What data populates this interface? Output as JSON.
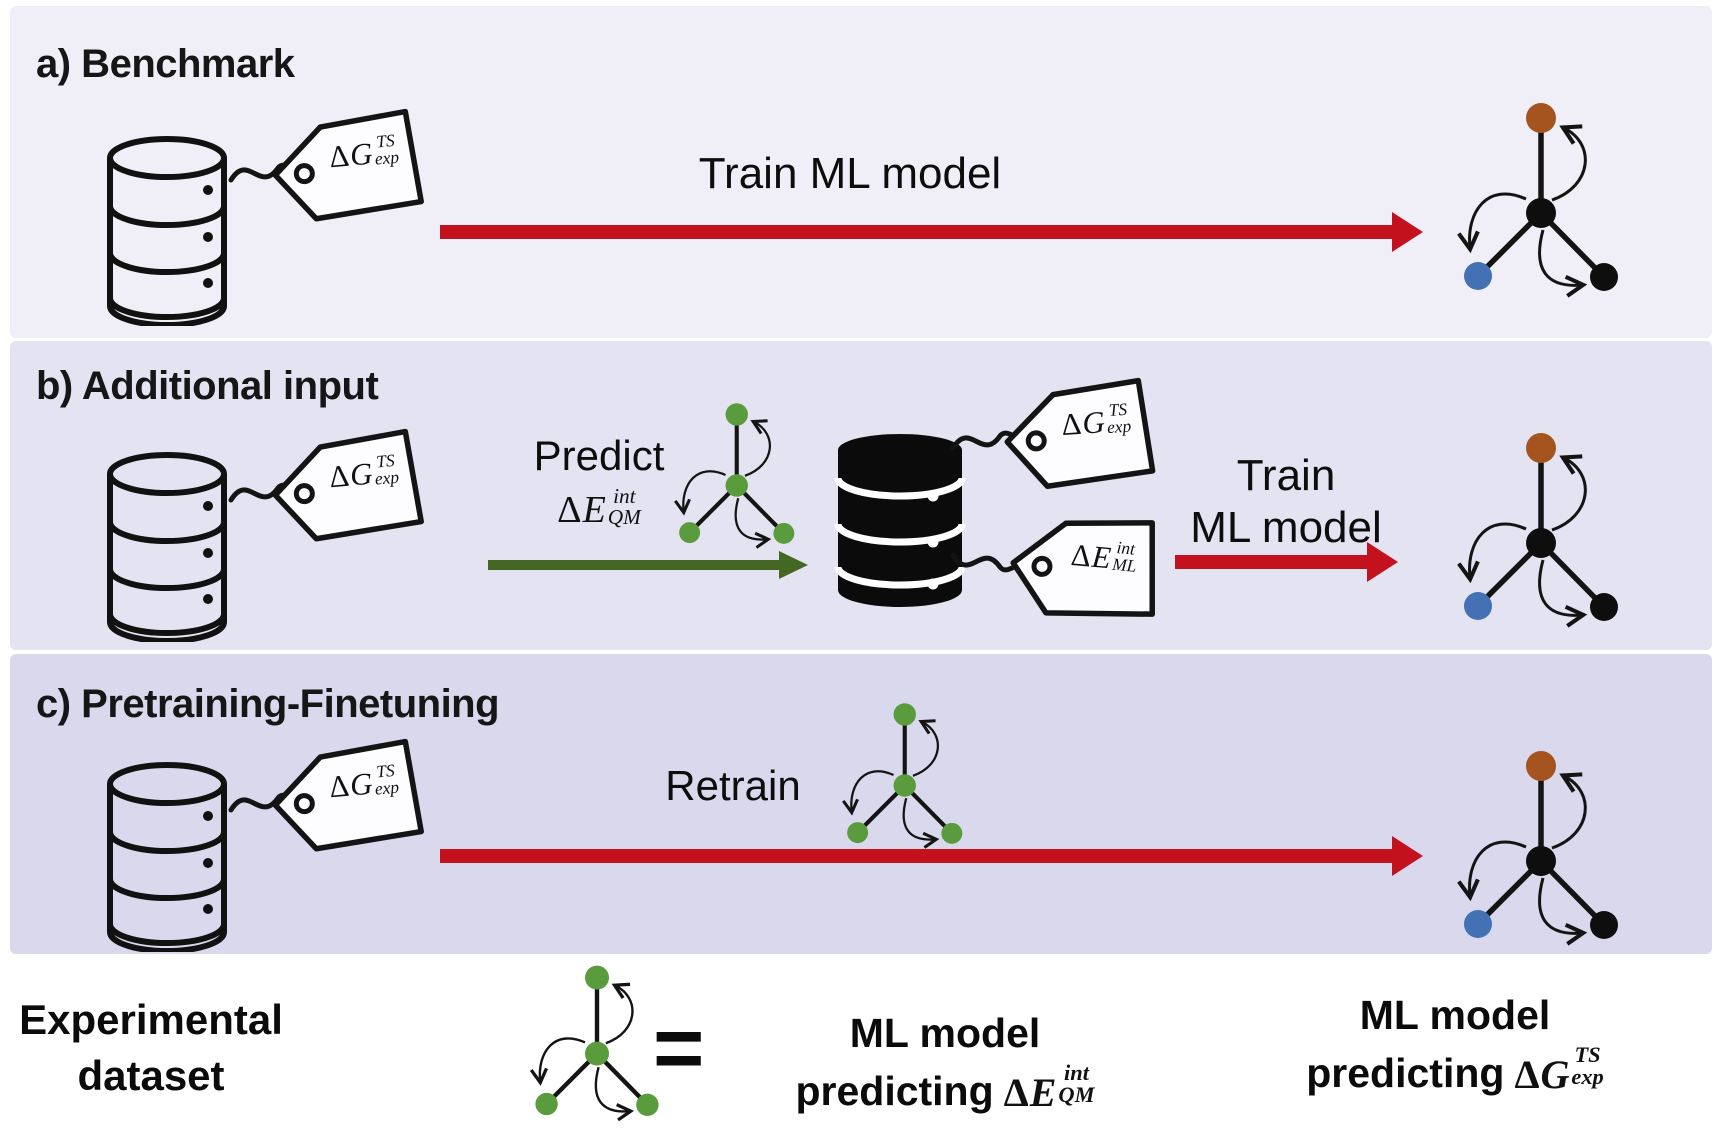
{
  "figure": {
    "description_colors": {
      "band_a_bg": "#f0eff7",
      "band_b_bg": "#e4e3f1",
      "band_c_bg": "#d9d8ec",
      "arrow_red": "#c3111d",
      "arrow_green": "#446724",
      "node_green": "#5a9b3e",
      "node_brown": "#a5531f",
      "node_blue": "#4471b4",
      "node_black": "#0e0e0e"
    }
  },
  "sections": [
    {
      "title": "a) Benchmark",
      "arrow_label": "Train ML model",
      "tag": {
        "delta": "Δ",
        "letter": "G",
        "sup": "TS",
        "sub": "exp"
      }
    },
    {
      "title": "b) Additional input",
      "predict_label": "Predict",
      "predict_formula": {
        "delta": "Δ",
        "letter": "E",
        "sup": "int",
        "sub": "QM"
      },
      "tag": {
        "delta": "Δ",
        "letter": "G",
        "sup": "TS",
        "sub": "exp"
      },
      "db_tag_top": {
        "delta": "Δ",
        "letter": "G",
        "sup": "TS",
        "sub": "exp"
      },
      "db_tag_bottom": {
        "delta": "Δ",
        "letter": "E",
        "sup": "int",
        "sub": "ML"
      },
      "train_line1": "Train",
      "train_line2": "ML model"
    },
    {
      "title": "c) Pretraining-Finetuning",
      "arrow_label": "Retrain",
      "tag": {
        "delta": "Δ",
        "letter": "G",
        "sup": "TS",
        "sub": "exp"
      }
    }
  ],
  "legend": {
    "dataset_line1": "Experimental",
    "dataset_line2": "dataset",
    "equals": "=",
    "green_line1": "ML model",
    "green_line2": "predicting",
    "green_formula": {
      "delta": "Δ",
      "letter": "E",
      "sup": "int",
      "sub": "QM"
    },
    "target_line1": "ML model",
    "target_line2": "predicting",
    "target_formula": {
      "delta": "Δ",
      "letter": "G",
      "sup": "TS",
      "sub": "exp"
    }
  }
}
